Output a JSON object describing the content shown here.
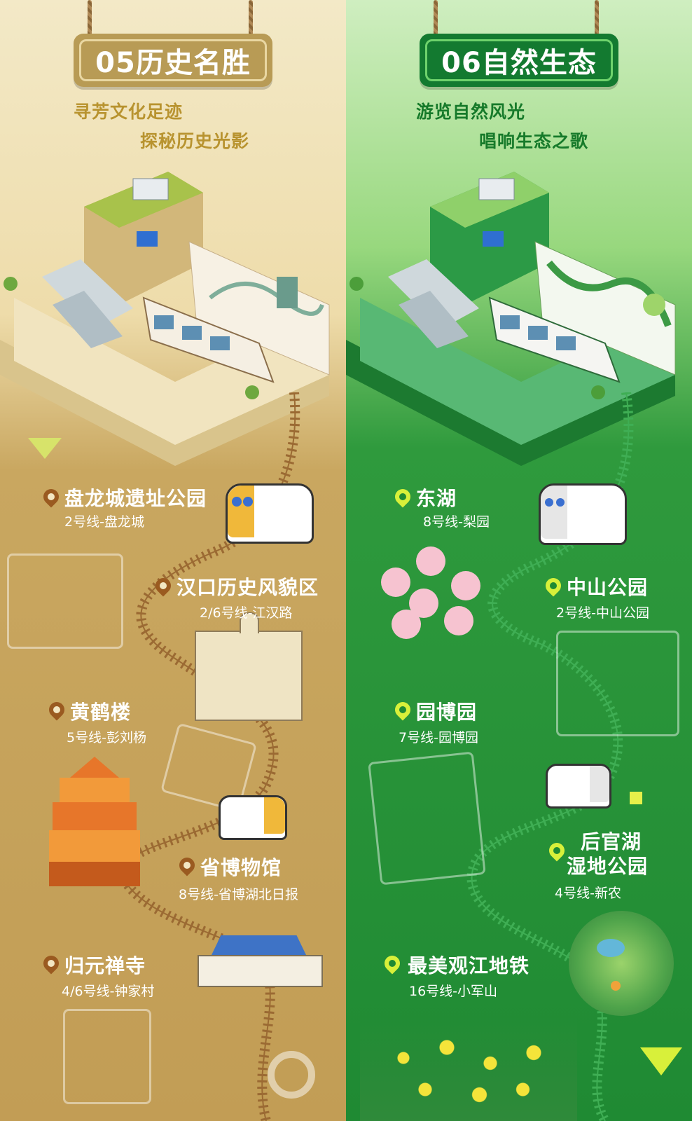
{
  "left": {
    "title": "05历史名胜",
    "slogan_1": "寻芳文化足迹",
    "slogan_2": "探秘历史光影",
    "colors": {
      "bg_top": "#f3e9c7",
      "bg_bottom": "#c29d55",
      "accent": "#9a5a20"
    },
    "stops": [
      {
        "name": "盘龙城遗址公园",
        "line": "2号线-盘龙城"
      },
      {
        "name": "汉口历史风貌区",
        "line": "2/6号线-江汉路"
      },
      {
        "name": "黄鹤楼",
        "line": "5号线-彭刘杨"
      },
      {
        "name": "省博物馆",
        "line": "8号线-省博湖北日报"
      },
      {
        "name": "归元禅寺",
        "line": "4/6号线-钟家村"
      }
    ]
  },
  "right": {
    "title": "06自然生态",
    "slogan_1": "游览自然风光",
    "slogan_2": "唱响生态之歌",
    "colors": {
      "bg_top": "#cfeec0",
      "bg_bottom": "#1f8a33",
      "accent": "#d8f03a"
    },
    "stops": [
      {
        "name": "东湖",
        "line": "8号线-梨园"
      },
      {
        "name": "中山公园",
        "line": "2号线-中山公园"
      },
      {
        "name": "园博园",
        "line": "7号线-园博园"
      },
      {
        "name": "后官湖",
        "name2": "湿地公园",
        "line": "4号线-新农"
      },
      {
        "name": "最美观江地铁",
        "line": "16号线-小军山"
      }
    ]
  }
}
